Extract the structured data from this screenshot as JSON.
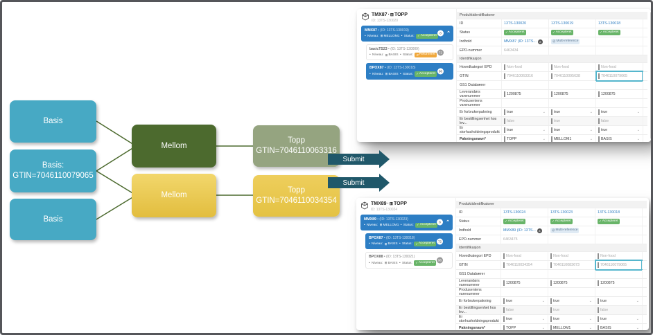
{
  "icons": {
    "dot": "·",
    "bullet": "•",
    "box": "⊞",
    "check": "✓",
    "undo": "↺",
    "chevron_up": "⌃",
    "caret_down": "⌄",
    "at": "@"
  },
  "labels": {
    "niveau": "Niveau:",
    "status": "Status:"
  },
  "diagram": {
    "basis": [
      {
        "lines": [
          "Basis"
        ]
      },
      {
        "lines": [
          "Basis:",
          "GTIN=7046110079065"
        ]
      },
      {
        "lines": [
          "Basis"
        ]
      }
    ],
    "mellom": [
      "Mellom",
      "Mellom"
    ],
    "topp": [
      {
        "lines": [
          "Topp",
          "GTIN=7046110063316"
        ]
      },
      {
        "lines": [
          "Topp",
          "GTIN=7046110034354"
        ]
      }
    ],
    "submit": [
      "Submit",
      "Submit"
    ],
    "colors": {
      "basis": "#47a9c4",
      "mellom_green": "#4c6a2e",
      "mellom_yellow": "#e9c94f",
      "topp_olive": "#95a480",
      "topp_yellow": "#e9c84e",
      "arrow": "#20586a",
      "line": "#4c6a2e"
    }
  },
  "screenshots": [
    {
      "title": "TMX87",
      "suffix": "TOPP",
      "subtitle": "ID: 13TS-130020",
      "sidebar": [
        {
          "name": "MMX87",
          "id_text": "(ID: 13TS-130019)",
          "niveau": "MELLOM1",
          "status": "Accepteret",
          "status_type": "success",
          "badge": "8",
          "active": true,
          "expanded": true,
          "indent": false
        },
        {
          "name": "basicTS23",
          "id_text": "(ID: 13TS-130009)",
          "niveau": "BASIS",
          "status": "Returneret",
          "status_type": "warning",
          "badge": "72",
          "active": false,
          "indent": true
        },
        {
          "name": "BPOX87",
          "id_text": "(ID: 13TS-130018)",
          "niveau": "BASIS",
          "status": "Accepteret",
          "status_type": "success",
          "badge": "96",
          "active": true,
          "indent": true
        }
      ],
      "table": {
        "rows": [
          {
            "type": "section",
            "label": "Produktidentifikatorer"
          },
          {
            "type": "link",
            "label": "ID",
            "cells": [
              "13TS-130020",
              "13TS-130019",
              "13TS-130018"
            ]
          },
          {
            "type": "chip",
            "label": "Status",
            "cells": [
              "Accepteret",
              "Accepteret",
              "Accepteret"
            ]
          },
          {
            "type": "indhold",
            "label": "Indhold",
            "link": "MMX87 (ID: 13TS...",
            "badge": "8",
            "chip": "Multi-reference"
          },
          {
            "type": "muted",
            "label": "EPD-nummer",
            "cells": [
              "6463434",
              "",
              ""
            ]
          },
          {
            "type": "section",
            "label": "Identifikasjon"
          },
          {
            "type": "input-muted",
            "label": "Hovedkategori EPD",
            "cells": [
              "Non-food",
              "Non-food",
              "Non-food"
            ]
          },
          {
            "type": "input-muted",
            "label": "GTIN",
            "cells": [
              "7046110063316",
              "7046110095638",
              "7046110079065"
            ],
            "highlight": 2
          },
          {
            "type": "empty",
            "label": "GS1 Databærer"
          },
          {
            "type": "input",
            "label": "Leverandørs varenummer",
            "cells": [
              "1200875",
              "1200875",
              "1200875"
            ]
          },
          {
            "type": "empty",
            "label": "Produsentens varenummer"
          },
          {
            "type": "select",
            "label": "Er forbrukerpakning",
            "cells": [
              "true",
              "true",
              "true"
            ]
          },
          {
            "type": "input-muted",
            "label": "Er bestillingsenhet hos lev...",
            "cells": [
              "false",
              "true",
              "false"
            ],
            "zebra": true
          },
          {
            "type": "select",
            "label": "Er storhusholdningsprodukt",
            "cells": [
              "true",
              "true",
              "true"
            ]
          },
          {
            "type": "select",
            "label": "Pakningsnavn*",
            "cells": [
              "TOPP",
              "MELLOM1",
              "BASIS"
            ],
            "bold": true
          },
          {
            "type": "empty",
            "label": ""
          }
        ]
      }
    },
    {
      "title": "TMX89",
      "suffix": "TOPP",
      "subtitle": "ID: 13TS-130024",
      "sidebar": [
        {
          "name": "MMX89",
          "id_text": "(ID: 13TS-130023)",
          "niveau": "MELLOM1",
          "status": "Accepteret",
          "status_type": "success",
          "badge": "8",
          "active": true,
          "expanded": true,
          "indent": false
        },
        {
          "name": "BPOX87",
          "id_text": "(ID: 13TS-130018)",
          "niveau": "BASIS",
          "status": "Accepteret",
          "status_type": "success",
          "badge": "72",
          "active": true,
          "indent": true
        },
        {
          "name": "BPOX88",
          "id_text": "(ID: 13TS-130021)",
          "niveau": "BASIS",
          "status": "Accepteret",
          "status_type": "success",
          "badge": "96",
          "active": false,
          "indent": true
        }
      ],
      "table": {
        "rows": [
          {
            "type": "section",
            "label": "Produktidentifikatorer"
          },
          {
            "type": "link",
            "label": "ID",
            "cells": [
              "13TS-130024",
              "13TS-130023",
              "13TS-130018"
            ]
          },
          {
            "type": "chip",
            "label": "Status",
            "cells": [
              "Accepteret",
              "Accepteret",
              "Accepteret"
            ]
          },
          {
            "type": "indhold",
            "label": "Indhold",
            "link": "MMX89 (ID: 13TS...",
            "badge": "8",
            "chip": "Multi-reference"
          },
          {
            "type": "muted",
            "label": "EPD-nummer",
            "cells": [
              "6463475",
              "",
              ""
            ]
          },
          {
            "type": "section",
            "label": "Identifikasjon"
          },
          {
            "type": "input-muted",
            "label": "Hovedkategori EPD",
            "cells": [
              "Non-food",
              "Non-food",
              "Non-food"
            ]
          },
          {
            "type": "input-muted",
            "label": "GTIN",
            "cells": [
              "7046110034354",
              "7046110083673",
              "7046110079065"
            ],
            "highlight": 2
          },
          {
            "type": "empty",
            "label": "GS1 Databærer"
          },
          {
            "type": "input",
            "label": "Leverandørs varenummer",
            "cells": [
              "1200875",
              "1200875",
              "1200875"
            ]
          },
          {
            "type": "empty",
            "label": "Produsentens varenummer"
          },
          {
            "type": "select",
            "label": "Er forbrukerpakning",
            "cells": [
              "true",
              "true",
              "true"
            ]
          },
          {
            "type": "input-muted",
            "label": "Er bestillingsenhet hos lev...",
            "cells": [
              "false",
              "true",
              "false"
            ],
            "zebra": true
          },
          {
            "type": "select",
            "label": "Er storhusholdningsprodukt",
            "cells": [
              "true",
              "true",
              "true"
            ]
          },
          {
            "type": "select",
            "label": "Pakningsnavn*",
            "cells": [
              "TOPP",
              "MELLOM1",
              "BASIS"
            ],
            "bold": true
          },
          {
            "type": "empty",
            "label": ""
          }
        ]
      }
    }
  ]
}
